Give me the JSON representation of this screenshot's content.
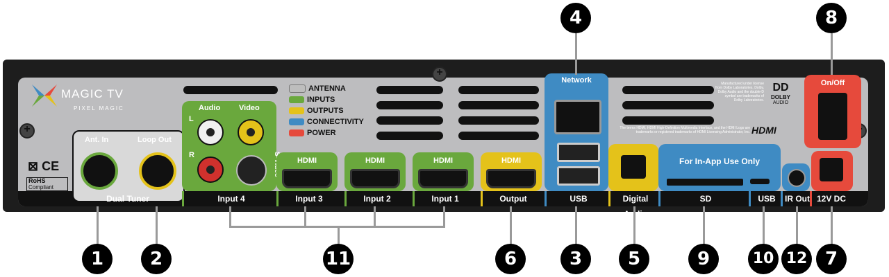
{
  "brand": {
    "name": "MAGIC TV",
    "sub": "PIXEL MAGIC"
  },
  "legend": [
    {
      "label": "ANTENNA",
      "color": "#bdbdbd"
    },
    {
      "label": "INPUTS",
      "color": "#6aa83d"
    },
    {
      "label": "OUTPUTS",
      "color": "#e4c21a"
    },
    {
      "label": "CONNECTIVITY",
      "color": "#3f8bc3"
    },
    {
      "label": "POWER",
      "color": "#e64a3c"
    }
  ],
  "ports": {
    "ant_in": "Ant. In",
    "loop_out": "Loop Out",
    "dual_tuner": "Dual Tuner",
    "audio": "Audio",
    "video": "Video",
    "l": "L",
    "r": "R",
    "s_video": "S-Video",
    "input4": "Input 4",
    "hdmi": "HDMI",
    "input3": "Input 3",
    "input2": "Input 2",
    "input1": "Input 1",
    "output": "Output",
    "network": "Network",
    "usb": "USB",
    "digital_audio": "Digital Audio",
    "sd_title": "For In-App Use Only",
    "sd": "SD",
    "ir_out": "IR Out",
    "dc": "12V DC",
    "onoff": "On/Off"
  },
  "dolby": {
    "title": "DOLBY",
    "sub": "AUDIO",
    "notice": "Manufactured under license from Dolby Laboratories. Dolby, Dolby Audio and the double-D symbol are trademarks of Dolby Laboratories."
  },
  "hdmi_notice": "The terms HDMI, HDMI High-Definition Multimedia Interface, and the HDMI Logo are trademarks or registered trademarks of HDMI Licensing Administrator, Inc.",
  "hdmi_logo": "HDMI",
  "certs": {
    "ce": "CE",
    "rohs": "RoHS",
    "rohs_sub": "Compliant"
  },
  "callouts": [
    "1",
    "2",
    "11",
    "6",
    "3",
    "5",
    "9",
    "10",
    "12",
    "7",
    "4",
    "8"
  ]
}
